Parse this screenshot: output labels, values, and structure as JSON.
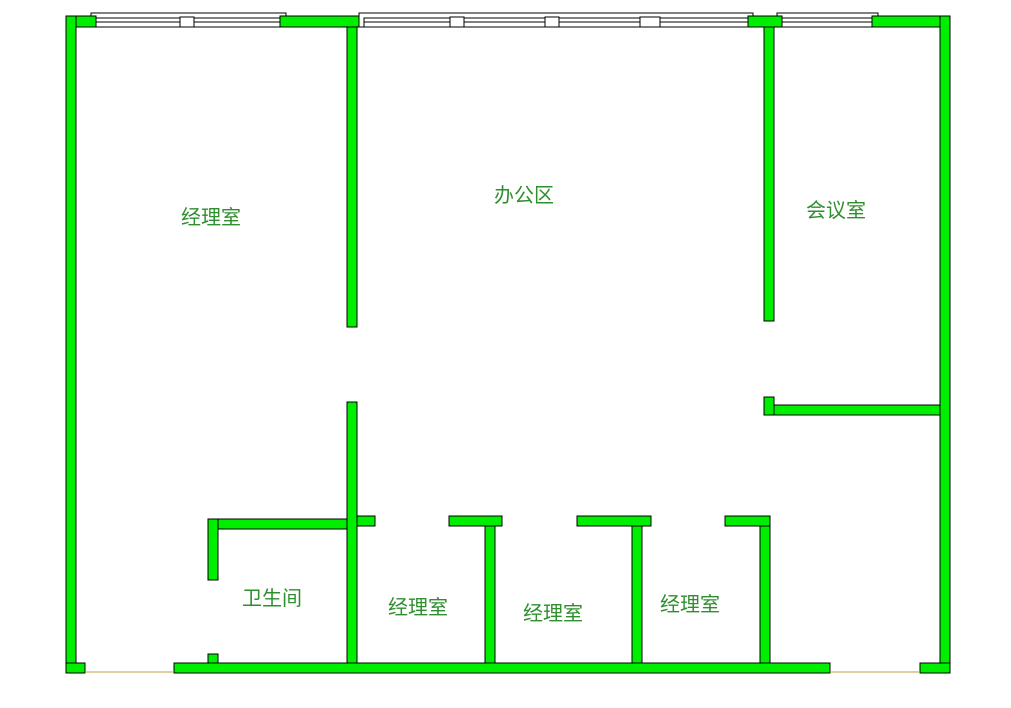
{
  "title": "办公室平面图",
  "colors": {
    "wall": "#00ee00",
    "label": "#2f8f2f"
  },
  "rooms": [
    {
      "id": "manager-1",
      "label": "经理室"
    },
    {
      "id": "office-area",
      "label": "办公区"
    },
    {
      "id": "meeting-room",
      "label": "会议室"
    },
    {
      "id": "restroom",
      "label": "卫生间"
    },
    {
      "id": "manager-2",
      "label": "经理室"
    },
    {
      "id": "manager-3",
      "label": "经理室"
    },
    {
      "id": "manager-4",
      "label": "经理室"
    }
  ]
}
